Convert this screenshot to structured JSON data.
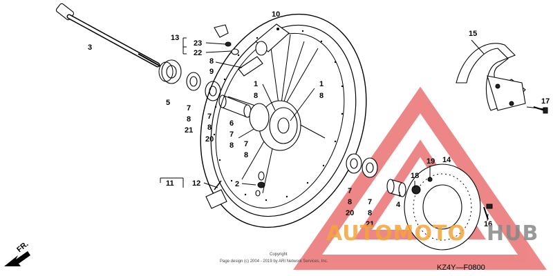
{
  "diagram": {
    "labels": {
      "p3": "3",
      "p13": "13",
      "p23": "23",
      "p22": "22",
      "p10": "10",
      "p8a": "8",
      "p9": "9",
      "p1a": "1",
      "p8b": "8",
      "p1b": "1",
      "p8c": "8",
      "p5": "5",
      "p7a": "7",
      "p8d": "8",
      "p21a": "21",
      "p7b": "7",
      "p8e": "8",
      "p20a": "20",
      "p6": "6",
      "p7c": "7",
      "p8f": "8",
      "p7d": "7",
      "p8g": "8",
      "p15": "15",
      "p17": "17",
      "p11": "11",
      "p12": "12",
      "p2": "2",
      "p7e": "7",
      "p8h": "8",
      "p20b": "20",
      "p7f": "7",
      "p8i": "8",
      "p21b": "21",
      "p4": "4",
      "p18": "18",
      "p19": "19",
      "p14": "14",
      "p16": "16"
    },
    "direction_marker": "FR.",
    "copyright_line1": "Copyright",
    "copyright_line2": "Page design (c) 2004 - 2019 by ARI Network Services, Inc.",
    "diagram_code": "KZ4Y—F0800"
  },
  "watermark": {
    "text_part1": "AUTOMOTO",
    "text_part2": "HUB",
    "color_orange": "#f4a43a",
    "color_red": "#e04040",
    "color_gray": "#888888"
  }
}
